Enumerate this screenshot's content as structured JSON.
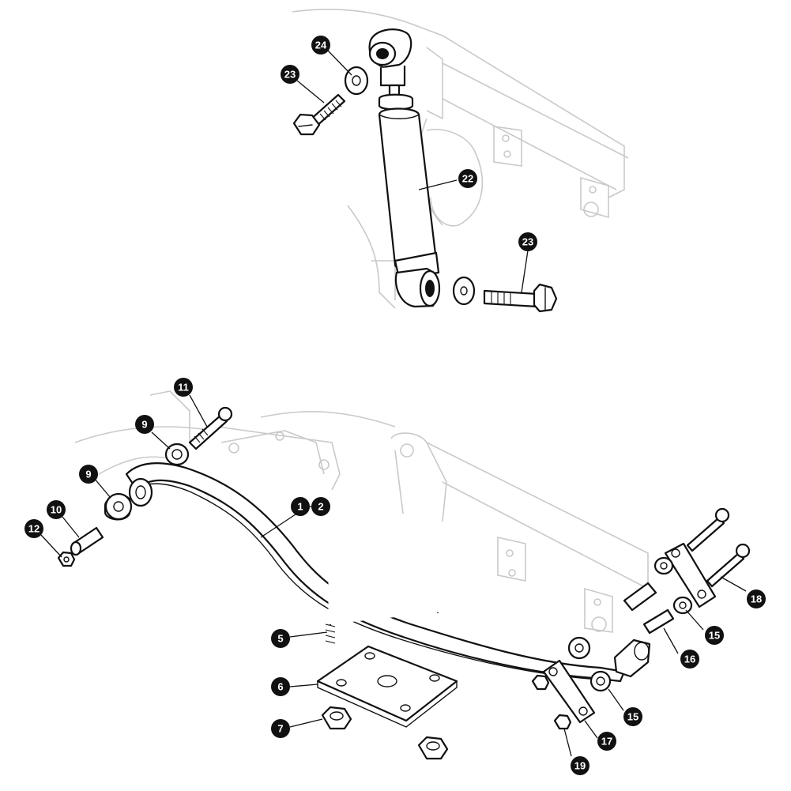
{
  "figure": {
    "upper_assembly": "shock absorber",
    "lower_assembly": "leaf spring"
  },
  "callouts": [
    {
      "id": "c24",
      "label": "24"
    },
    {
      "id": "c23a",
      "label": "23"
    },
    {
      "id": "c22",
      "label": "22"
    },
    {
      "id": "c23b",
      "label": "23"
    },
    {
      "id": "c11",
      "label": "11"
    },
    {
      "id": "c9a",
      "label": "9"
    },
    {
      "id": "c9b",
      "label": "9"
    },
    {
      "id": "c10",
      "label": "10"
    },
    {
      "id": "c12",
      "label": "12"
    },
    {
      "id": "c1",
      "label": "1"
    },
    {
      "id": "c2",
      "label": "2"
    },
    {
      "id": "c5",
      "label": "5"
    },
    {
      "id": "c6",
      "label": "6"
    },
    {
      "id": "c7",
      "label": "7"
    },
    {
      "id": "c18",
      "label": "18"
    },
    {
      "id": "c15a",
      "label": "15"
    },
    {
      "id": "c16",
      "label": "16"
    },
    {
      "id": "c15b",
      "label": "15"
    },
    {
      "id": "c17",
      "label": "17"
    },
    {
      "id": "c19",
      "label": "19"
    }
  ],
  "colors": {
    "line": "#111111",
    "frame": "#c9c9c9",
    "callout_fill": "#111111",
    "callout_text": "#ffffff",
    "background": "#ffffff"
  }
}
